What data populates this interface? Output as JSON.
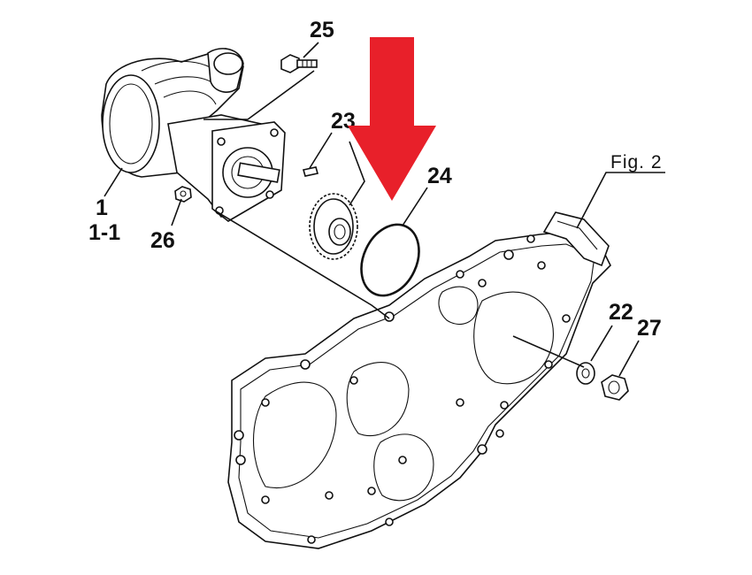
{
  "figure": {
    "label": "Fig. 2"
  },
  "callouts": {
    "p25": "25",
    "p23": "23",
    "p24": "24",
    "p1": "1",
    "p1_1": "1-1",
    "p26": "26",
    "p22": "22",
    "p27": "27"
  },
  "colors": {
    "arrow": "#e8202a",
    "line": "#111111",
    "background": "#ffffff"
  },
  "icons": {
    "highlight": "down-arrow-icon"
  }
}
